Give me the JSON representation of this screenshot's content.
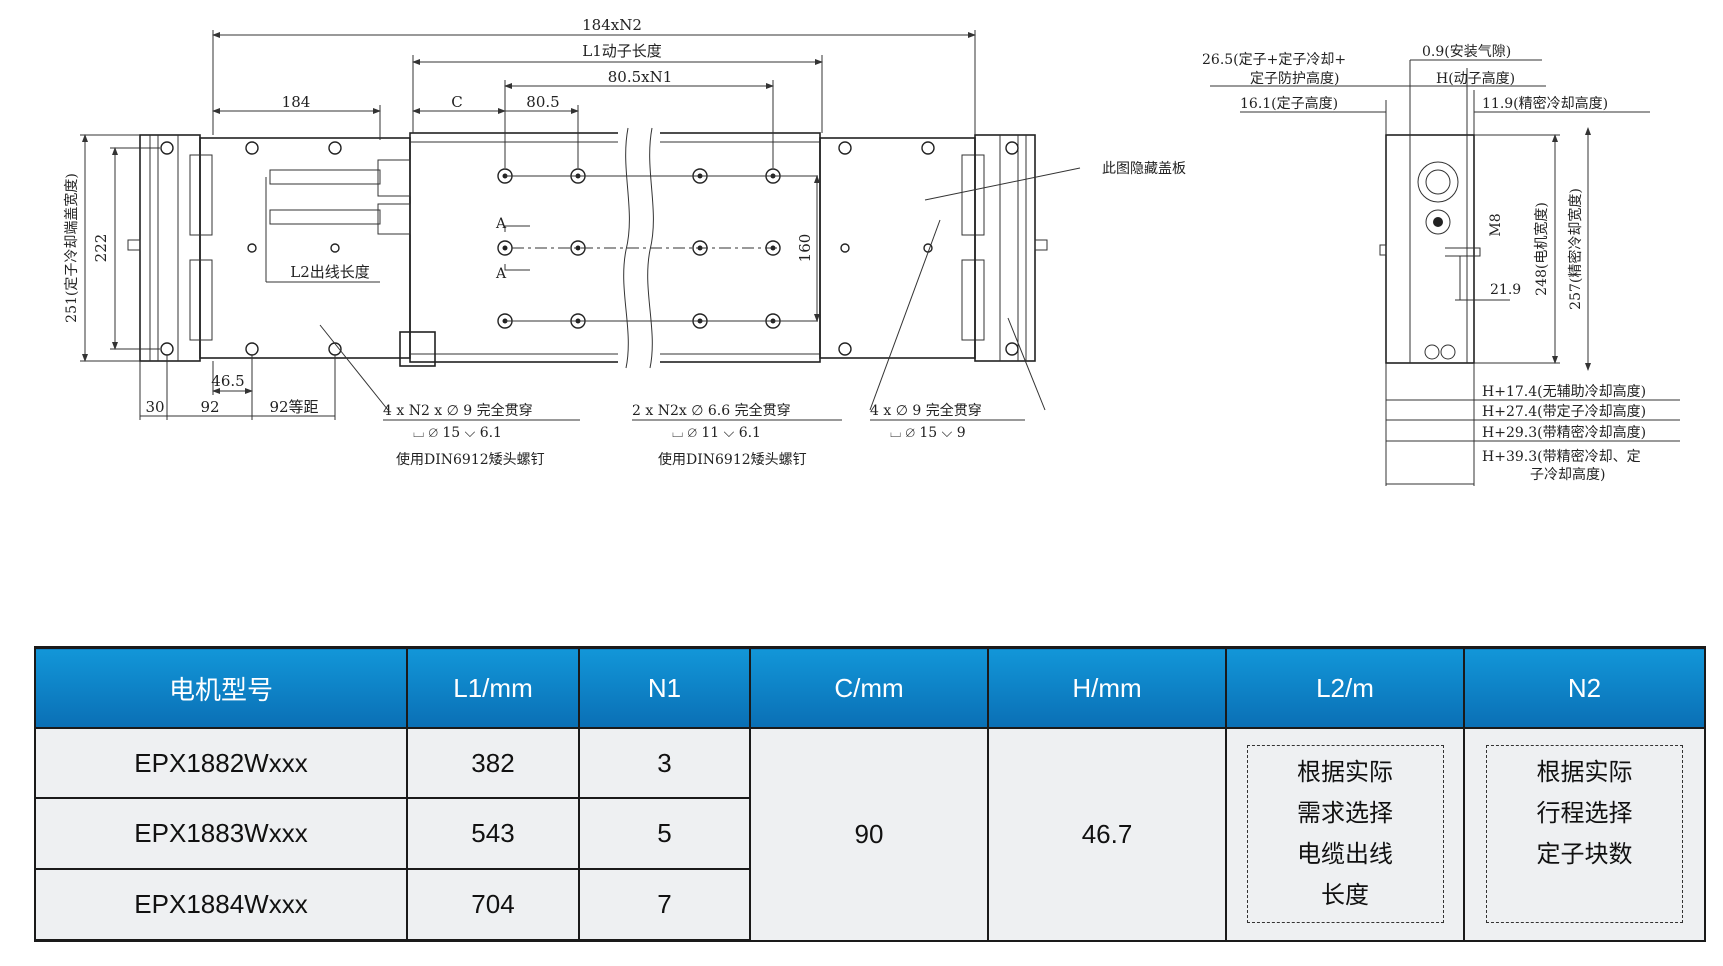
{
  "drawing": {
    "dims": {
      "overall": "184xN2",
      "mover_length": "L1动子长度",
      "hole_pitch": "80.5xN1",
      "left_end": "184",
      "c": "C",
      "pitch": "80.5",
      "height_251": "251(定子冷却端盖宽度)",
      "height_222": "222",
      "height_160": "160",
      "cable_length": "L2出线长度",
      "gap_46": "46.5",
      "d30": "30",
      "d92": "92",
      "d92_eq": "92等距",
      "section_a1": "A",
      "section_a2": "A"
    },
    "callouts": {
      "hidden_cover": "此图隐藏盖板",
      "hole1_a": "4 x N2 x ∅ 9 完全贯穿",
      "hole1_b": "⌴ ∅ 15 ⌵ 6.1",
      "hole1_c": "使用DIN6912矮头螺钉",
      "hole2_a": "2 x N2x ∅ 6.6 完全贯穿",
      "hole2_b": "⌴ ∅ 11 ⌵ 6.1",
      "hole2_c": "使用DIN6912矮头螺钉",
      "hole3_a": "4 x ∅ 9 完全贯穿",
      "hole3_b": "⌴ ∅ 15 ⌵ 9"
    },
    "side": {
      "d26_a": "26.5(定子+定子冷却+",
      "d26_b": "定子防护高度)",
      "d09": "0.9(安装气隙)",
      "dH": "H(动子高度)",
      "d16": "16.1(定子高度)",
      "d119": "11.9(精密冷却高度)",
      "m8": "M8",
      "d219": "21.9",
      "d248": "248(电机宽度)",
      "d257": "257(精密冷却宽度)",
      "h174": "H+17.4(无辅助冷却高度)",
      "h274": "H+27.4(带定子冷却高度)",
      "h293": "H+29.3(带精密冷却高度)",
      "h393_a": "H+39.3(带精密冷却、定",
      "h393_b": "子冷却高度)"
    }
  },
  "table": {
    "headers": [
      "电机型号",
      "L1/mm",
      "N1",
      "C/mm",
      "H/mm",
      "L2/m",
      "N2"
    ],
    "rows": [
      {
        "model": "EPX1882Wxxx",
        "l1": "382",
        "n1": "3"
      },
      {
        "model": "EPX1883Wxxx",
        "l1": "543",
        "n1": "5"
      },
      {
        "model": "EPX1884Wxxx",
        "l1": "704",
        "n1": "7"
      }
    ],
    "c_value": "90",
    "h_value": "46.7",
    "l2_note": [
      "根据实际",
      "需求选择",
      "电缆出线",
      "长度"
    ],
    "n2_note": [
      "根据实际",
      "行程选择",
      "定子块数"
    ]
  },
  "colors": {
    "header_top": "#1296d8",
    "header_bottom": "#0a6fb5",
    "cell": "#eef0f2"
  }
}
